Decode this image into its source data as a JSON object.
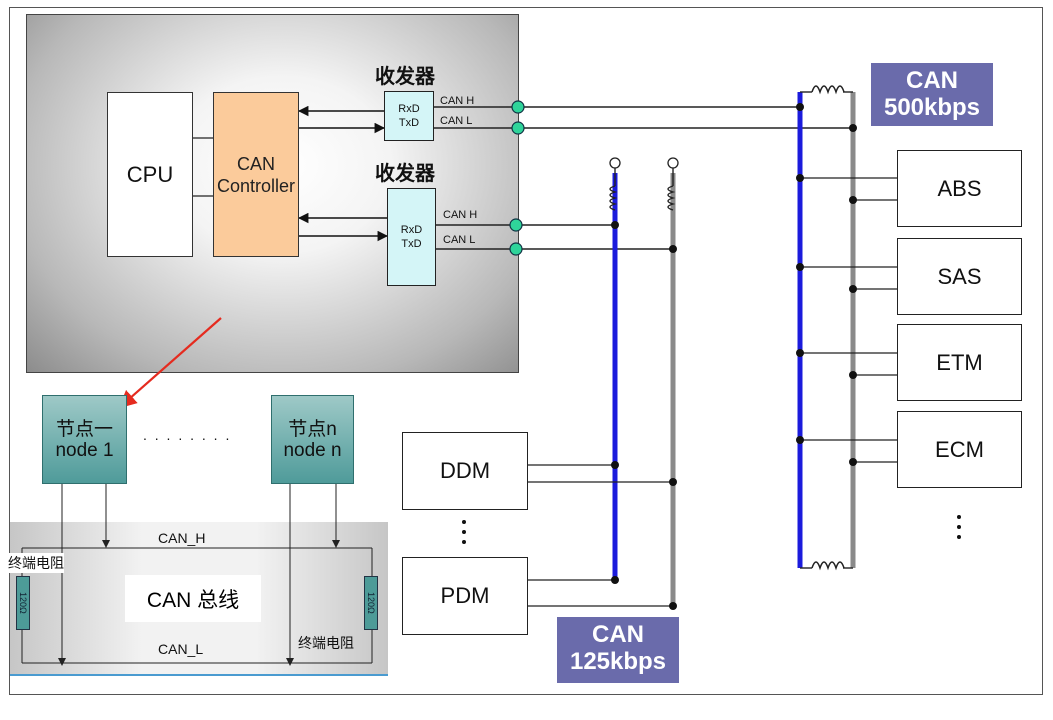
{
  "node_module": {
    "transceiver_title": "收发器",
    "cpu_label": "CPU",
    "controller_label_line1": "CAN",
    "controller_label_line2": "Controller",
    "rxd": "RxD",
    "txd": "TxD",
    "canh": "CAN H",
    "canl": "CAN L"
  },
  "bus_500": {
    "badge_line1": "CAN",
    "badge_line2": "500kbps",
    "ecus": [
      "ABS",
      "SAS",
      "ETM",
      "ECM"
    ]
  },
  "bus_125": {
    "badge_line1": "CAN",
    "badge_line2": "125kbps",
    "ecus": [
      "DDM",
      "PDM"
    ]
  },
  "bus_overview": {
    "node_first_cn": "节点一",
    "node_first_en": "node 1",
    "node_last_cn": "节点n",
    "node_last_en": "node n",
    "node_gap_dots": ". . . . . . . .",
    "can_h_label": "CAN_H",
    "can_l_label": "CAN_L",
    "bus_title": "CAN 总线",
    "terminator_label": "终端电阻",
    "resistor_value": "120Ω"
  },
  "colors": {
    "bus_high": "#1b1bdc",
    "bus_low": "#8a8a8a",
    "badge": "#6a6bab",
    "transceiver_fill": "#d4f5f7",
    "controller_fill": "#fbcb9b",
    "node_fill": "#4f9b9a",
    "pointer_arrow": "#e52b1f",
    "connector": "#2fd49a"
  }
}
